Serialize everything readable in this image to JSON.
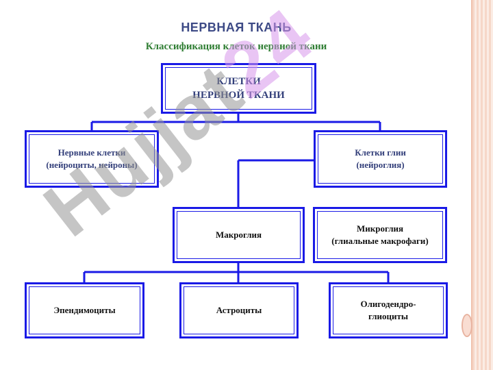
{
  "title": "НЕРВНАЯ ТКАНЬ",
  "subtitle": "Классификация клеток нервной ткани",
  "nodes": {
    "root": "КЛЕТКИ\nНЕРВНОЙ ТКАНИ",
    "neurons": "Нервные клетки\n(нейроциты, нейроны)",
    "glia": "Клетки глии\n(нейроглия)",
    "macroglia": "Макроглия",
    "microglia": "Микроглия\n(глиальные макрофаги)",
    "ependymocytes": "Эпендимоциты",
    "astrocytes": "Астроциты",
    "oligodendrocytes": "Олигодендро-\nглиоциты"
  },
  "watermark": {
    "prefix": "Hujjat",
    "suffix": "24"
  },
  "colors": {
    "box_border": "#1a1ae6",
    "title": "#3d4a86",
    "subtitle": "#2e7d32",
    "watermark_gray": "#969696",
    "watermark_pink": "#d796eb"
  }
}
